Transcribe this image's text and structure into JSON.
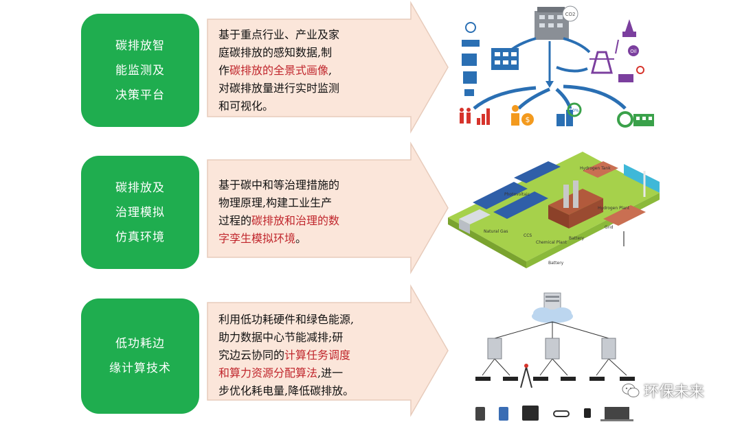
{
  "rows": [
    {
      "label_lines": [
        "碳排放智",
        "能监测及",
        "决策平台"
      ],
      "text_lines": [
        {
          "pre": "基于重点行业、产业及家",
          "hl": "",
          "post": ""
        },
        {
          "pre": "庭碳排放的感知数据,制",
          "hl": "",
          "post": ""
        },
        {
          "pre": "作",
          "hl": "碳排放的全景式画像",
          "post": ","
        },
        {
          "pre": "对碳排放量进行实时监测",
          "hl": "",
          "post": ""
        },
        {
          "pre": "和可视化。",
          "hl": "",
          "post": ""
        }
      ],
      "illustration_text": {
        "co2_tag": "CO2",
        "pct_tag": "50%",
        "oil_tag": "Oil"
      }
    },
    {
      "label_lines": [
        "碳排放及",
        "治理模拟",
        "仿真环境"
      ],
      "text_lines": [
        {
          "pre": "基于碳中和等治理措施的",
          "hl": "",
          "post": ""
        },
        {
          "pre": "物理原理,构建工业生产",
          "hl": "",
          "post": ""
        },
        {
          "pre": "过程的",
          "hl": "碳排放和治理的数",
          "post": ""
        },
        {
          "pre": "",
          "hl": "字孪生模拟环境",
          "post": "。"
        }
      ],
      "illustration_text": {
        "labels": [
          "Natural Gas",
          "Photovoltaic",
          "Hydrogen Tank",
          "Hydrogen Plant",
          "Battery",
          "Grid",
          "CCS",
          "Chemical Plant",
          "Battery"
        ]
      }
    },
    {
      "label_lines": [
        "低功耗边",
        "缘计算技术"
      ],
      "text_lines": [
        {
          "pre": "利用低功耗硬件和绿色能源,",
          "hl": "",
          "post": ""
        },
        {
          "pre": "助力数据中心节能减排;研",
          "hl": "",
          "post": ""
        },
        {
          "pre": "究边云协同的",
          "hl": "计算任务调度",
          "post": ""
        },
        {
          "pre": "",
          "hl": "和算力资源分配算法",
          "post": ",进一"
        },
        {
          "pre": "步优化耗电量,降低碳排放。",
          "hl": "",
          "post": ""
        }
      ]
    }
  ],
  "watermark": {
    "text": "环保未来",
    "icon": "wechat-icon"
  },
  "colors": {
    "green": "#1fad4f",
    "arrow_fill": "#fbe6da",
    "highlight": "#c0262c",
    "icon_blue": "#2a6fb3",
    "icon_purple": "#7b3f9e",
    "icon_red": "#d6342c",
    "icon_green": "#3aa14a",
    "icon_orange": "#f39a1e"
  }
}
